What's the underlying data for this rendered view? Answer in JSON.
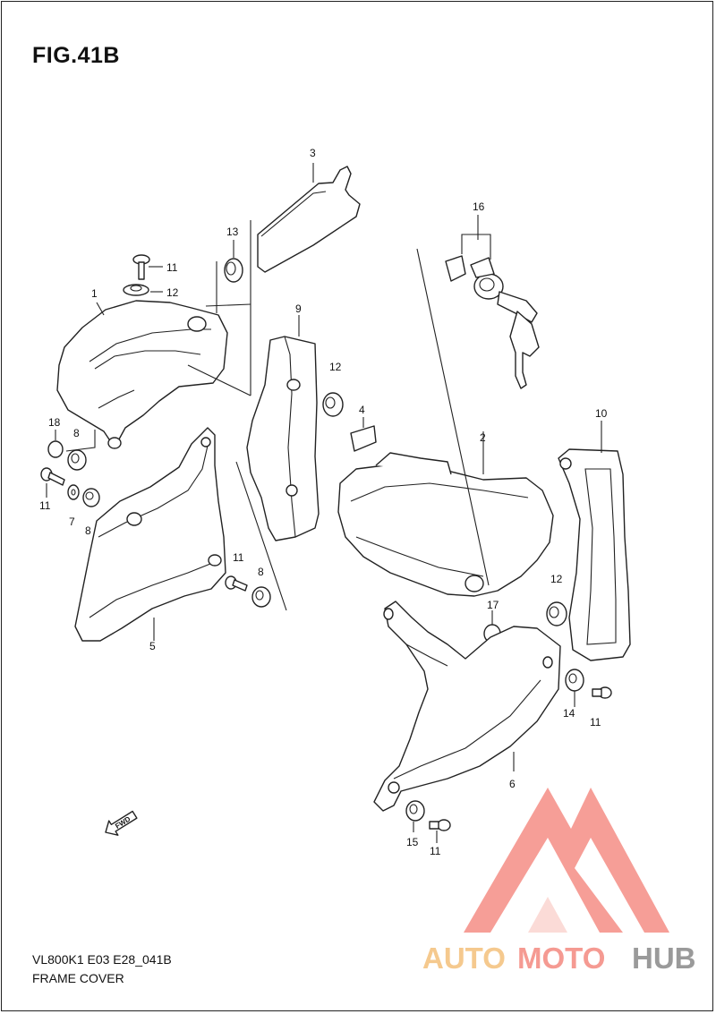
{
  "figure": {
    "title": "FIG.41B",
    "model_code": "VL800K1 E03 E28_041B",
    "section_name": "FRAME COVER"
  },
  "callouts": {
    "c1": "1",
    "c2": "2",
    "c3": "3",
    "c4": "4",
    "c5": "5",
    "c6": "6",
    "c7": "7",
    "c8a": "8",
    "c8b": "8",
    "c8c": "8",
    "c9": "9",
    "c10": "10",
    "c11a": "11",
    "c11b": "11",
    "c11c": "11",
    "c11d": "11",
    "c11e": "11",
    "c12a": "12",
    "c12b": "12",
    "c12c": "12",
    "c13": "13",
    "c14": "14",
    "c15": "15",
    "c16": "16",
    "c17": "17",
    "c18": "18"
  },
  "direction_arrow": {
    "label": "FWD"
  },
  "watermark": {
    "part1": "AUTO",
    "part2": "MOTO",
    "part3": "HUB",
    "colors": {
      "auto": "#f5c98e",
      "moto": "#f59a92",
      "hub": "#9a9a9a",
      "mark": "#f4837a"
    }
  }
}
